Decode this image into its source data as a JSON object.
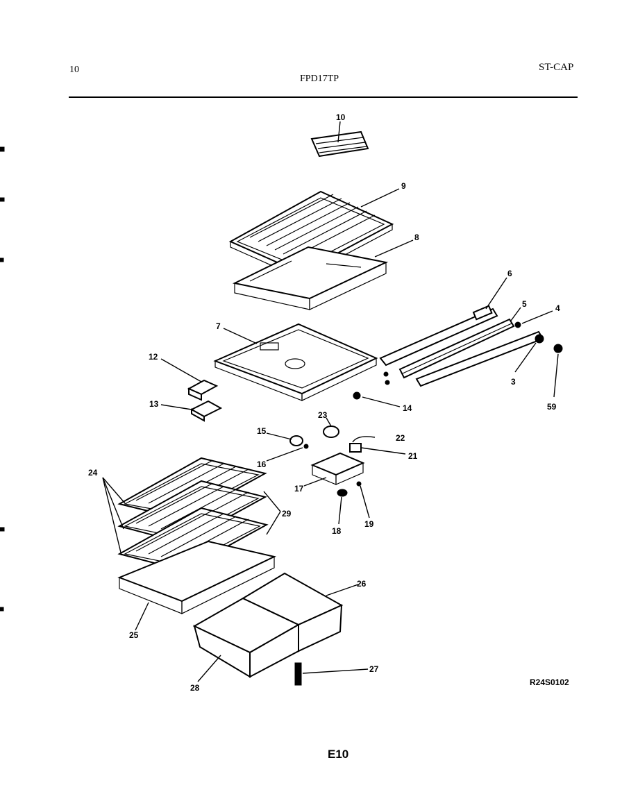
{
  "header": {
    "page_number": "10",
    "model": "FPD17TP",
    "series": "ST-CAP"
  },
  "footer": {
    "drawing_code": "R24S0102",
    "page_code": "E10"
  },
  "callouts": [
    "10",
    "9",
    "8",
    "6",
    "5",
    "4",
    "7",
    "3",
    "59",
    "12",
    "13",
    "14",
    "23",
    "15",
    "22",
    "16",
    "21",
    "17",
    "18",
    "19",
    "24",
    "29",
    "26",
    "25",
    "28",
    "27"
  ]
}
